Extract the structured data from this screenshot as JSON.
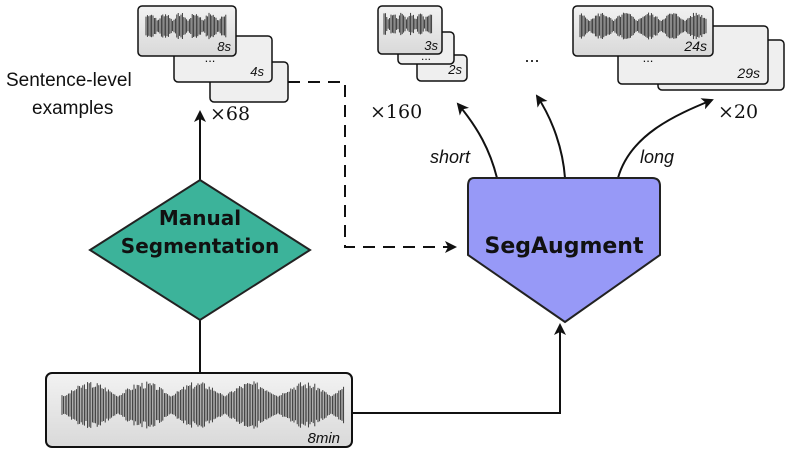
{
  "diagram": {
    "input_clip": {
      "duration": "8min"
    },
    "manual_node": {
      "line1": "Manual",
      "line2": "Segmentation",
      "color": "#3cb39a"
    },
    "segaugment_node": {
      "label": "SegAugment",
      "color": "#9799f7"
    },
    "sentence_group": {
      "caption_line1": "Sentence-level",
      "caption_line2": "examples",
      "count": "×68",
      "clips": [
        "8s",
        "4s"
      ]
    },
    "short_group": {
      "count": "×160",
      "clips": [
        "3s",
        "2s"
      ]
    },
    "long_group": {
      "count": "×20",
      "clips": [
        "24s",
        "29s"
      ]
    },
    "ellipsis": "...",
    "stack_dots": "...",
    "branch_short": "short",
    "branch_long": "long"
  }
}
